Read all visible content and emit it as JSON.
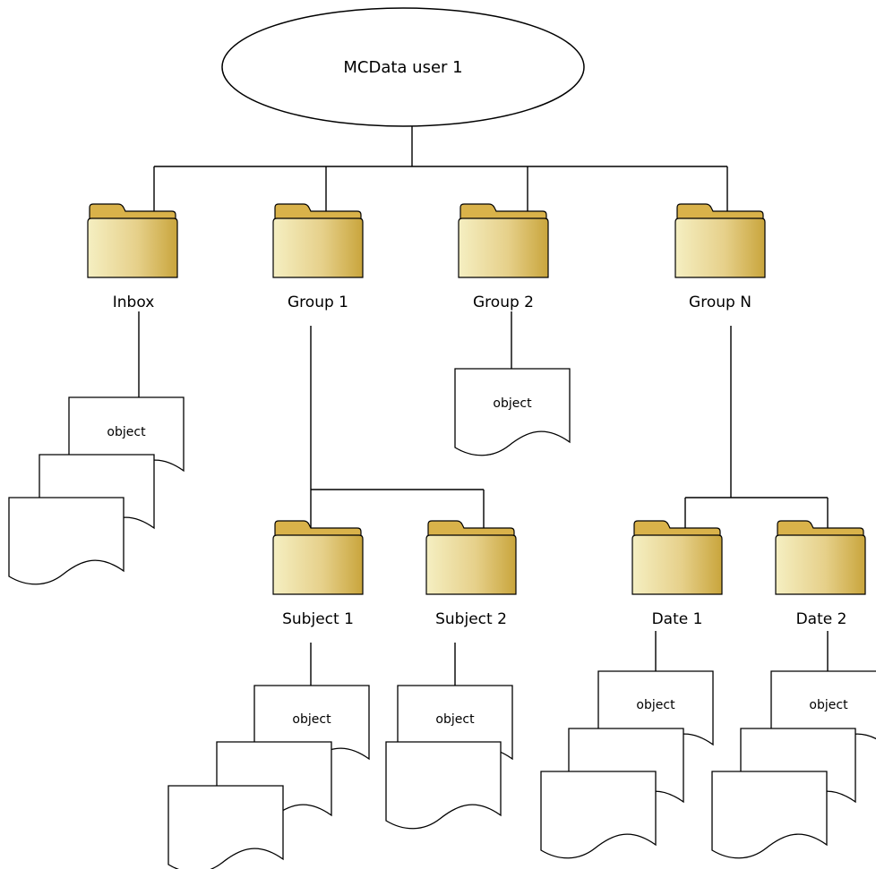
{
  "root": {
    "label": "MCData user 1"
  },
  "folders": {
    "inbox": "Inbox",
    "group1": "Group 1",
    "group2": "Group 2",
    "groupN": "Group N",
    "subject1": "Subject 1",
    "subject2": "Subject 2",
    "date1": "Date 1",
    "date2": "Date 2"
  },
  "object_label": "object",
  "colors": {
    "folder_light": "#f4eebb",
    "folder_dark": "#c9a53c",
    "folder_tab": "#d4ac44",
    "line": "#000000",
    "background": "#ffffff"
  },
  "icons": {
    "folder": "folder-icon",
    "document": "document-icon"
  }
}
